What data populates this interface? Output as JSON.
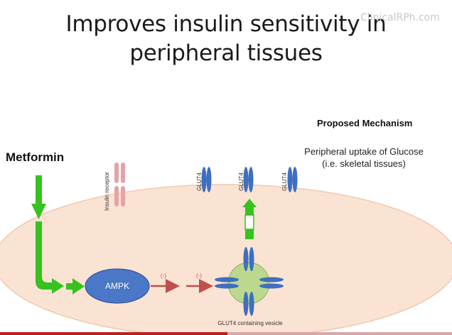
{
  "slide": {
    "title_line1": "Improves insulin sensitivity in",
    "title_line2": "peripheral tissues",
    "watermark": "ClinicalRPh.com"
  },
  "mechanism": {
    "heading": "Proposed Mechanism",
    "line1": "Peripheral uptake of Glucose",
    "line2": "(i.e. skeletal tissues)"
  },
  "diagram": {
    "drug_label": "Metformin",
    "insulin_receptor_label": "Insulin receptor",
    "glut4_label": "GLUT4",
    "ampk_label": "AMPK",
    "inhibit_label": "(-)",
    "vesicle_label": "GLUT4 containing vesicle"
  },
  "colors": {
    "cell": "#fbe3d3",
    "cell_border": "#f0c9b0",
    "green_arrow": "#37c21f",
    "ampk": "#4a78c6",
    "ampk_border": "#2f5597",
    "red_arrow": "#c0504d",
    "glut4": "#3e6fc0",
    "vesicle": "#bcd88e",
    "receptor": "#e5a3a3"
  }
}
